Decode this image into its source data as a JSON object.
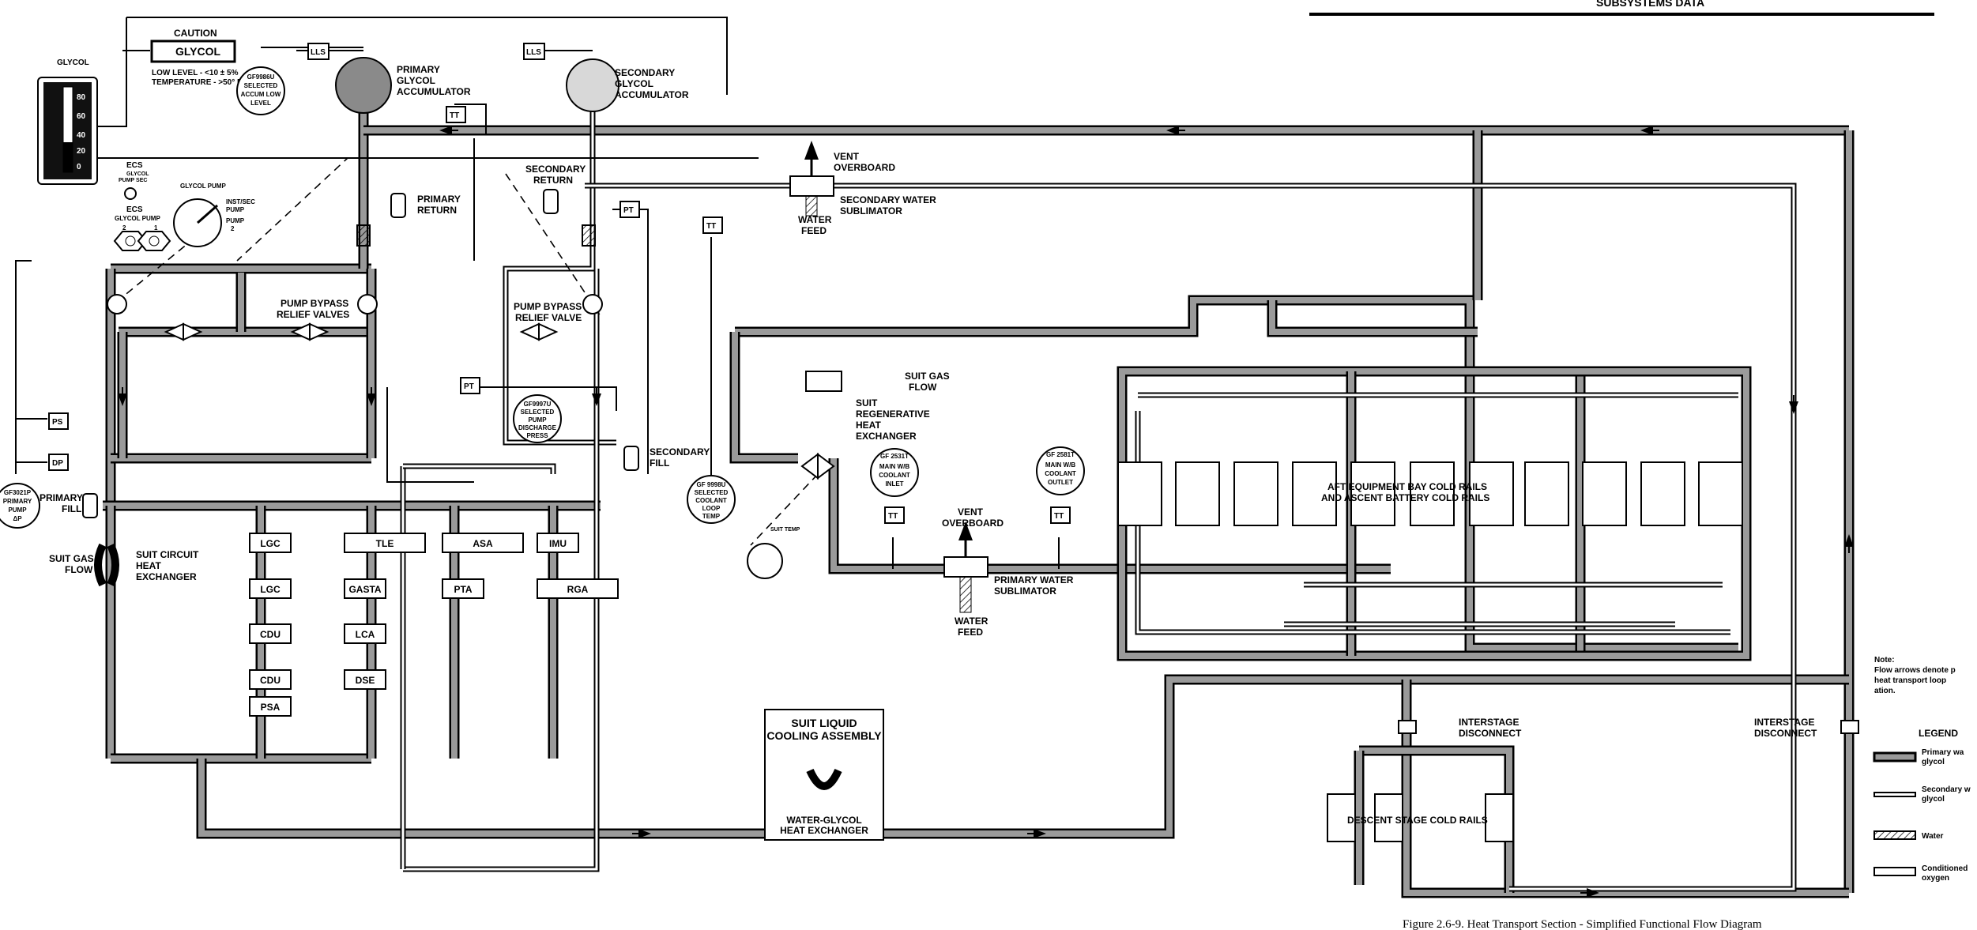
{
  "header": {
    "top_text": "SUBSYSTEMS DATA"
  },
  "caption": "Figure 2.6-9.  Heat Transport Section - Simplified Functional Flow Diagram",
  "note": {
    "lines": [
      "Note:",
      "Flow arrows denote p",
      "heat transport loop",
      "ation."
    ]
  },
  "legend": {
    "title": "LEGEND",
    "items": [
      {
        "label": [
          "Primary wa",
          "glycol"
        ]
      },
      {
        "label": [
          "Secondary w",
          "glycol"
        ]
      },
      {
        "label": [
          "Water"
        ]
      },
      {
        "label": [
          "Conditioned",
          "oxygen"
        ]
      }
    ]
  },
  "glycol_gauge": {
    "title": "GLYCOL",
    "ticks": [
      "80",
      "60",
      "40",
      "20",
      "0"
    ]
  },
  "caution": {
    "header": "CAUTION",
    "box": "GLYCOL",
    "lines": [
      "LOW LEVEL - <10 ± 5%",
      "TEMPERATURE - >50° F"
    ]
  },
  "ecs_panel": {
    "ecs_top": [
      "ECS",
      "GLYCOL",
      "PUMP SEC"
    ],
    "glycol_pump": "GLYCOL PUMP",
    "switch_positions": [
      "INST/SEC",
      "PUMP",
      "PUMP",
      "2"
    ],
    "ecs_bottom": [
      "ECS",
      "GLYCOL PUMP"
    ],
    "pump_numbers": [
      "2",
      "1"
    ]
  },
  "measurements": {
    "gf9986u": [
      "GF9986U",
      "SELECTED",
      "ACCUM LOW",
      "LEVEL"
    ],
    "gf9997u": [
      "GF9997U",
      "SELECTED",
      "PUMP",
      "DISCHARGE",
      "PRESS"
    ],
    "gf9998u": [
      "GF 9998U",
      "SELECTED",
      "COOLANT",
      "LOOP",
      "TEMP"
    ],
    "gf3021p": [
      "GF3021P",
      "PRIMARY",
      "PUMP",
      "ΔP"
    ],
    "gf2531t": [
      "GF 2531T",
      "MAIN W/B",
      "COOLANT",
      "INLET"
    ],
    "gf2581t": [
      "GF 2581T",
      "MAIN W/B",
      "COOLANT",
      "OUTLET"
    ]
  },
  "sensors": {
    "lls": "LLS",
    "tt": "TT",
    "pt": "PT",
    "ps": "PS",
    "dp": "DP"
  },
  "labels": {
    "primary_accumulator": [
      "PRIMARY",
      "GLYCOL",
      "ACCUMULATOR"
    ],
    "secondary_accumulator": [
      "SECONDARY",
      "GLYCOL",
      "ACCUMULATOR"
    ],
    "primary_return": [
      "PRIMARY",
      "RETURN"
    ],
    "secondary_return": [
      "SECONDARY",
      "RETURN"
    ],
    "pump_bypass_left": [
      "PUMP BYPASS",
      "RELIEF VALVES"
    ],
    "pump_bypass_right": [
      "PUMP BYPASS",
      "RELIEF VALVE"
    ],
    "secondary_fill": [
      "SECONDARY",
      "FILL"
    ],
    "primary_fill": [
      "PRIMARY",
      "FILL"
    ],
    "suit_gas_flow_left": [
      "SUIT GAS",
      "FLOW"
    ],
    "suit_circuit_hx": [
      "SUIT CIRCUIT",
      "HEAT",
      "EXCHANGER"
    ],
    "vent_overboard_top": [
      "VENT",
      "OVERBOARD"
    ],
    "secondary_sublimator": [
      "SECONDARY WATER",
      "SUBLIMATOR"
    ],
    "water_feed_top": [
      "WATER",
      "FEED"
    ],
    "suit_gas_flow_right": [
      "SUIT GAS",
      "FLOW"
    ],
    "suit_regen_hx": [
      "SUIT",
      "REGENERATIVE",
      "HEAT",
      "EXCHANGER"
    ],
    "suit_temp": "SUIT TEMP",
    "vent_overboard_mid": [
      "VENT",
      "OVERBOARD"
    ],
    "primary_sublimator": [
      "PRIMARY WATER",
      "SUBLIMATOR"
    ],
    "water_feed_mid": [
      "WATER",
      "FEED"
    ],
    "aft_bay": [
      "AFT EQUIPMENT BAY COLD RAILS",
      "AND ASCENT BATTERY COLD RAILS"
    ],
    "interstage_center": [
      "INTERSTAGE",
      "DISCONNECT"
    ],
    "interstage_right": [
      "INTERSTAGE",
      "DISCONNECT"
    ],
    "descent_stage": "DESCENT  STAGE  COLD  RAILS",
    "lcg_title": [
      "SUIT LIQUID",
      "COOLING ASSEMBLY"
    ],
    "water_glycol_hx": [
      "WATER-GLYCOL",
      "HEAT EXCHANGER"
    ]
  },
  "equipment": {
    "col1": [
      "LGC",
      "LGC",
      "CDU",
      "CDU",
      "PSA"
    ],
    "col2": [
      "TLE",
      "GASTA",
      "LCA",
      "DSE"
    ],
    "col3": [
      "ASA",
      "PTA"
    ],
    "col4": [
      "IMU",
      "RGA"
    ]
  }
}
